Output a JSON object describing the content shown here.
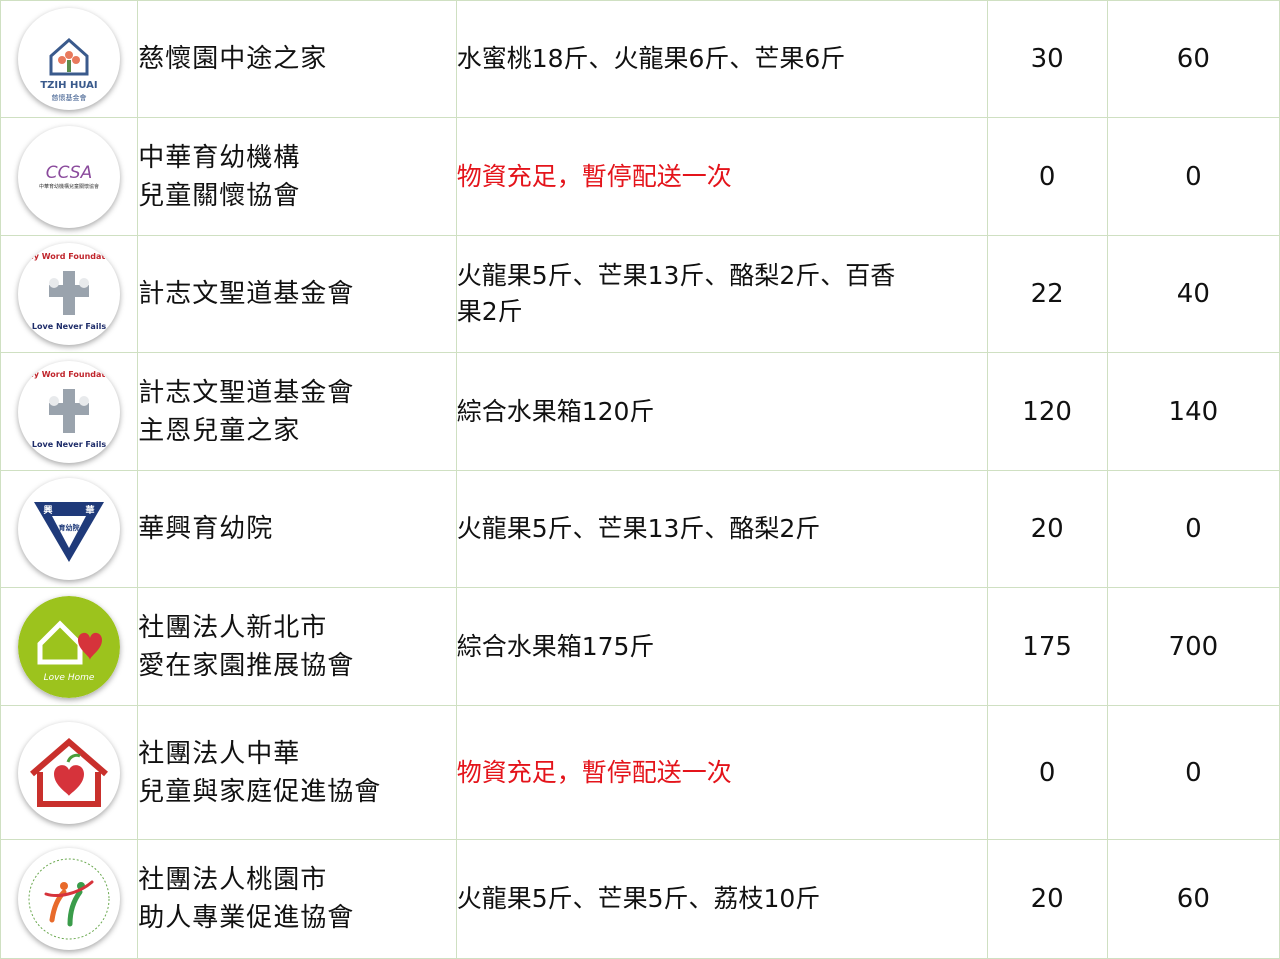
{
  "rows": [
    {
      "logo_icon": "tzih-huai-house-logo",
      "logo_text": "TZIH HUAI",
      "logo_subtext": "慈懷基金會",
      "name_lines": [
        "慈懷園中途之家"
      ],
      "items_lines": [
        "水蜜桃18斤、火龍果6斤、芒果6斤"
      ],
      "items_red": false,
      "qty1": "30",
      "qty2": "60"
    },
    {
      "logo_icon": "cosa-logo",
      "logo_text": "CCSA",
      "logo_subtext": "中華育幼機構兒童關懷協會",
      "name_lines": [
        "中華育幼機構",
        "兒童關懷協會"
      ],
      "items_lines": [
        "物資充足，暫停配送一次"
      ],
      "items_red": true,
      "qty1": "0",
      "qty2": "0"
    },
    {
      "logo_icon": "holy-word-foundation-logo",
      "logo_text": "Holy Word Foundation",
      "logo_subtext": "Love Never Fails",
      "name_lines": [
        "計志文聖道基金會"
      ],
      "items_lines": [
        "火龍果5斤、芒果13斤、酪梨2斤、百香",
        "果2斤"
      ],
      "items_red": false,
      "qty1": "22",
      "qty2": "40"
    },
    {
      "logo_icon": "holy-word-foundation-logo",
      "logo_text": "Holy Word Foundation",
      "logo_subtext": "Love Never Fails",
      "name_lines": [
        "計志文聖道基金會",
        "主恩兒童之家"
      ],
      "items_lines": [
        "綜合水果箱120斤"
      ],
      "items_red": false,
      "qty1": "120",
      "qty2": "140"
    },
    {
      "logo_icon": "hua-hsing-shield-logo",
      "logo_text": "興",
      "logo_text2": "華",
      "logo_subtext": "育幼院",
      "name_lines": [
        "華興育幼院"
      ],
      "items_lines": [
        "火龍果5斤、芒果13斤、酪梨2斤"
      ],
      "items_red": false,
      "qty1": "20",
      "qty2": "0"
    },
    {
      "logo_icon": "love-home-heart-logo",
      "logo_text": "Love Home",
      "name_lines": [
        "社團法人新北市",
        "愛在家園推展協會"
      ],
      "items_lines": [
        "綜合水果箱175斤"
      ],
      "items_red": false,
      "qty1": "175",
      "qty2": "700"
    },
    {
      "logo_icon": "house-heart-logo",
      "name_lines": [
        "社團法人中華",
        "兒童與家庭促進協會"
      ],
      "items_lines": [
        "物資充足，暫停配送一次"
      ],
      "items_red": true,
      "qty1": "0",
      "qty2": "0"
    },
    {
      "logo_icon": "helping-professions-logo",
      "name_lines": [
        "社團法人桃園市",
        "助人專業促進協會"
      ],
      "items_lines": [
        "火龍果5斤、芒果5斤、荔枝10斤"
      ],
      "items_red": false,
      "qty1": "20",
      "qty2": "60"
    }
  ],
  "colors": {
    "border": "#cfe0c2",
    "red_text": "#e4141b",
    "love_home_green": "#9cc31d",
    "heart_red": "#d6333b",
    "shield_navy": "#1f3a7a"
  }
}
